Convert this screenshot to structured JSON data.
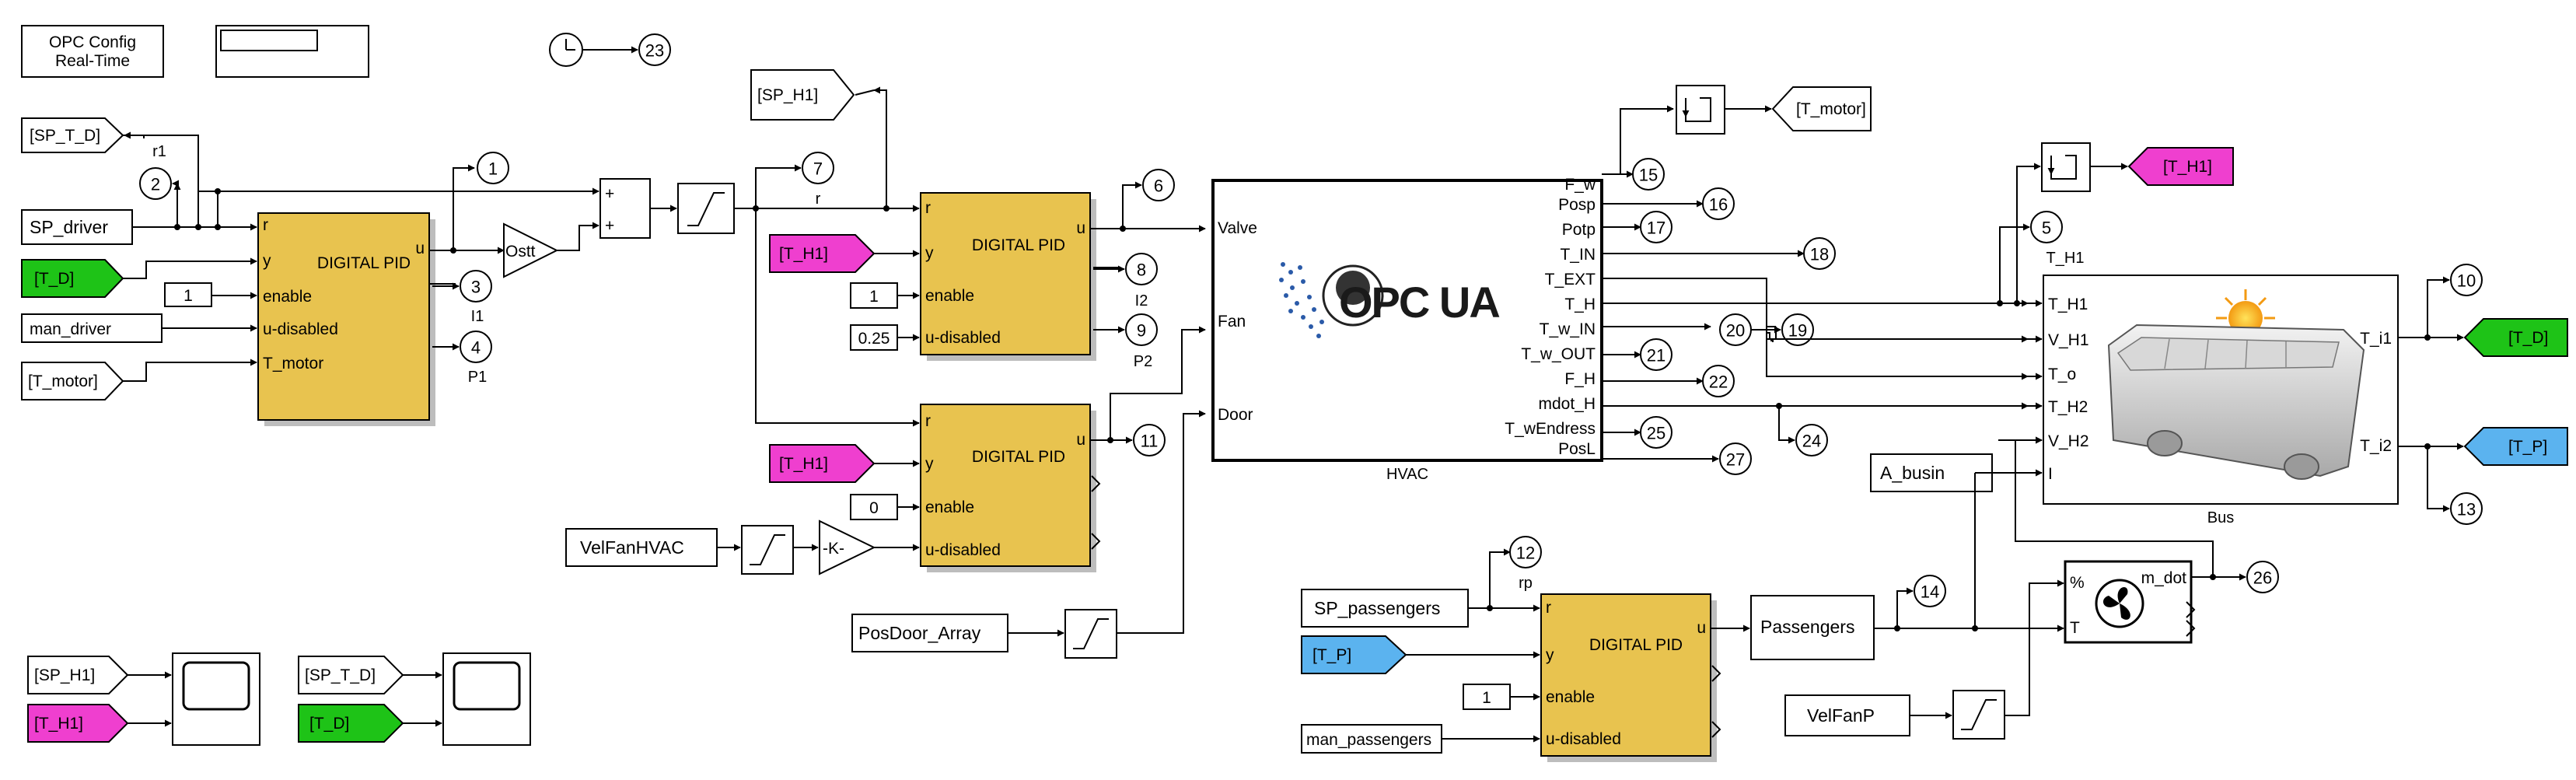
{
  "diagram": {
    "opc_config": "OPC Config Real-Time",
    "opc_config_lines": [
      "OPC Config",
      "Real-Time"
    ],
    "sources": {
      "sp_driver": "SP_driver",
      "man_driver": "man_driver",
      "sp_passengers": "SP_passengers",
      "man_passengers": "man_passengers",
      "velfan_hvac": "VelFanHVAC",
      "posdoor_array": "PosDoor_Array",
      "velfan_p": "VelFanP",
      "a_busin": "A_busin"
    },
    "constants": {
      "enable_1": "1",
      "enable_2": "1",
      "udis_2": "0.25",
      "enable_3": "0",
      "enable_4": "1"
    },
    "tags": {
      "sp_t_d": "[SP_T_D]",
      "t_d": "[T_D]",
      "t_motor": "[T_motor]",
      "sp_h1": "[SP_H1]",
      "t_h1": "[T_H1]",
      "t_p": "[T_P]",
      "t_motor_out": "[T_motor]",
      "t_h1_out": "[T_H1]",
      "t_d_out": "[T_D]",
      "t_p_out": "[T_P]"
    },
    "pid": {
      "title": "DIGITAL PID",
      "in_r": "r",
      "in_y": "y",
      "in_enable": "enable",
      "in_udis": "u-disabled",
      "in_tmotor": "T_motor",
      "out_u": "u"
    },
    "gain": {
      "ostt": "Ostt",
      "k": "-K-"
    },
    "signal_labels": {
      "r1": "r1",
      "i1": "I1",
      "p1": "P1",
      "r": "r",
      "i2": "I2",
      "p2": "P2",
      "rp": "rp",
      "t_h1": "T_H1"
    },
    "hvac": {
      "name": "HVAC",
      "logo": "OPC UA",
      "inputs": [
        "Valve",
        "Fan",
        "Door"
      ],
      "outputs": [
        "F_w",
        "Posp",
        "Potp",
        "T_IN",
        "T_EXT",
        "T_H",
        "T_w_IN",
        "T_w_OUT",
        "F_H",
        "mdot_H",
        "T_wEndress",
        "PosL"
      ]
    },
    "bus": {
      "name": "Bus",
      "inputs": [
        "T_H1",
        "V_H1",
        "T_o",
        "T_H2",
        "V_H2",
        "I"
      ],
      "outputs": [
        "T_i1",
        "T_i2"
      ]
    },
    "passengers": "Passengers",
    "fan_block": {
      "in_pct": "%",
      "in_t": "T",
      "out": "m_dot"
    },
    "sum_signs": [
      "+",
      "+"
    ],
    "ports": [
      "1",
      "2",
      "3",
      "4",
      "5",
      "6",
      "7",
      "8",
      "9",
      "10",
      "11",
      "12",
      "13",
      "14",
      "15",
      "16",
      "17",
      "18",
      "19",
      "20",
      "21",
      "22",
      "23",
      "24",
      "25",
      "26",
      "27"
    ]
  }
}
